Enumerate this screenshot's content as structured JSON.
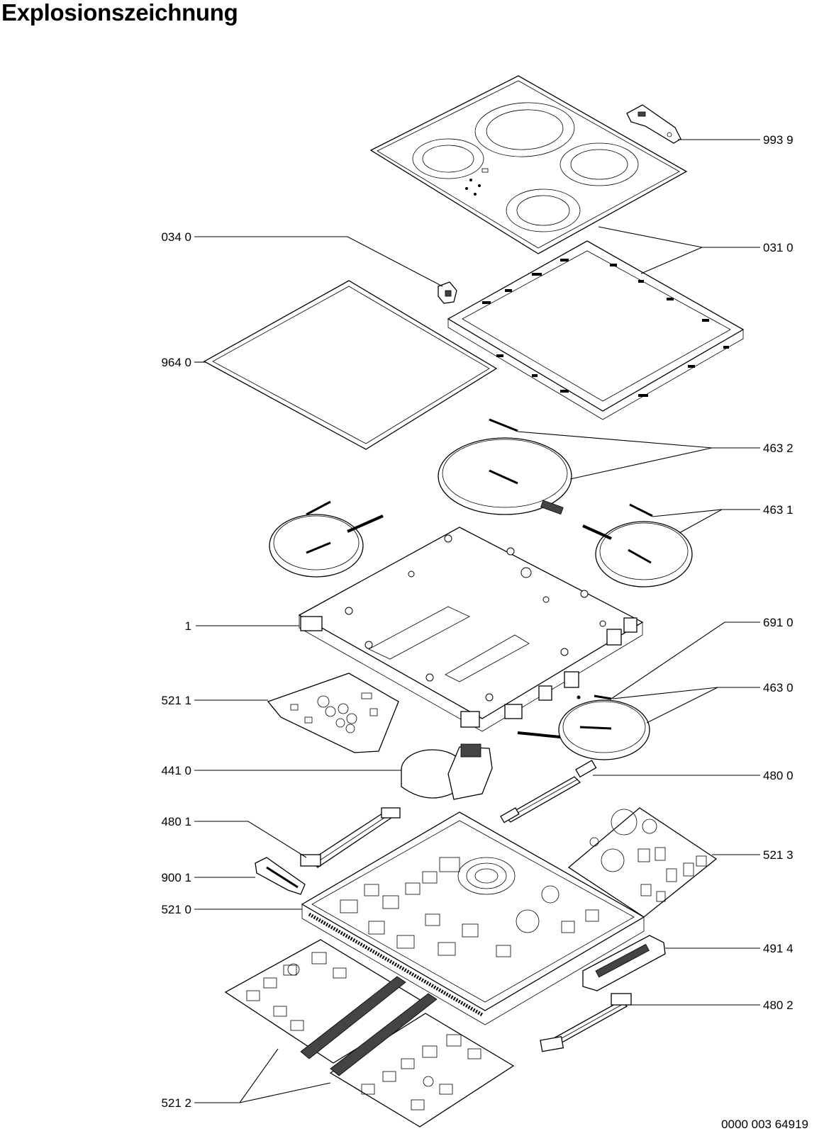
{
  "title": "Explosionszeichnung",
  "drawing_number": "0000 003 64919",
  "callouts": [
    {
      "id": "c9939",
      "label": "993 9"
    },
    {
      "id": "c0340",
      "label": "034 0"
    },
    {
      "id": "c0310",
      "label": "031 0"
    },
    {
      "id": "c9640",
      "label": "964 0"
    },
    {
      "id": "c4632",
      "label": "463 2"
    },
    {
      "id": "c4631",
      "label": "463 1"
    },
    {
      "id": "c1",
      "label": "1"
    },
    {
      "id": "c6910",
      "label": "691 0"
    },
    {
      "id": "c5211",
      "label": "521 1"
    },
    {
      "id": "c4630",
      "label": "463 0"
    },
    {
      "id": "c4410",
      "label": "441 0"
    },
    {
      "id": "c4800",
      "label": "480 0"
    },
    {
      "id": "c4801",
      "label": "480 1"
    },
    {
      "id": "c5213",
      "label": "521 3"
    },
    {
      "id": "c9001",
      "label": "900 1"
    },
    {
      "id": "c5210",
      "label": "521 0"
    },
    {
      "id": "c4914",
      "label": "491 4"
    },
    {
      "id": "c4802",
      "label": "480 2"
    },
    {
      "id": "c5212",
      "label": "521 2"
    }
  ]
}
